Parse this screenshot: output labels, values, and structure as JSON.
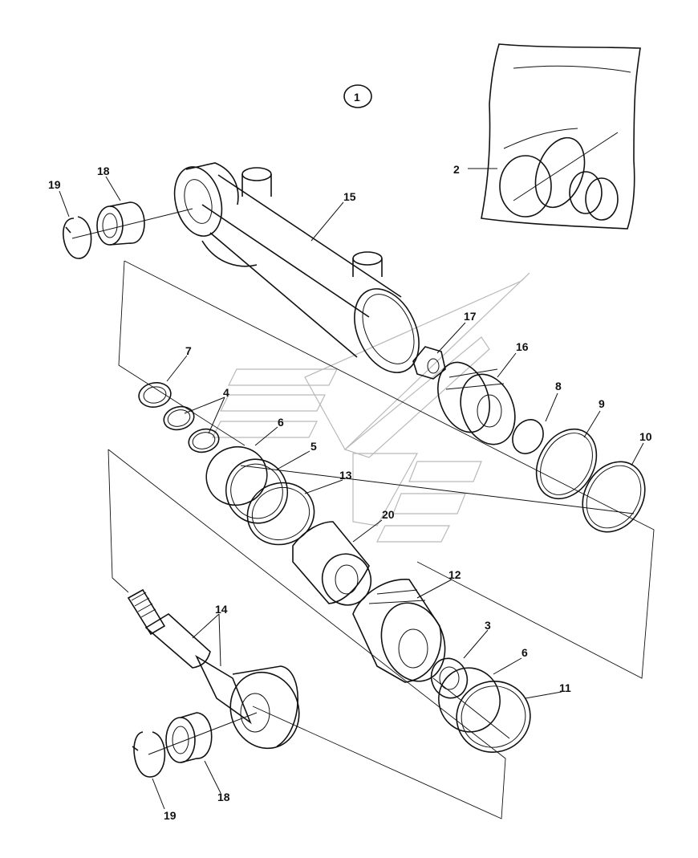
{
  "assembly_number": "1",
  "callouts": [
    {
      "id": "c2",
      "text": "2"
    },
    {
      "id": "c3",
      "text": "3"
    },
    {
      "id": "c4",
      "text": "4"
    },
    {
      "id": "c5",
      "text": "5"
    },
    {
      "id": "c6a",
      "text": "6"
    },
    {
      "id": "c6b",
      "text": "6"
    },
    {
      "id": "c7",
      "text": "7"
    },
    {
      "id": "c8",
      "text": "8"
    },
    {
      "id": "c9",
      "text": "9"
    },
    {
      "id": "c10",
      "text": "10"
    },
    {
      "id": "c11",
      "text": "11"
    },
    {
      "id": "c12",
      "text": "12"
    },
    {
      "id": "c13",
      "text": "13"
    },
    {
      "id": "c14",
      "text": "14"
    },
    {
      "id": "c15",
      "text": "15"
    },
    {
      "id": "c16",
      "text": "16"
    },
    {
      "id": "c17",
      "text": "17"
    },
    {
      "id": "c18a",
      "text": "18"
    },
    {
      "id": "c18b",
      "text": "18"
    },
    {
      "id": "c19a",
      "text": "19"
    },
    {
      "id": "c19b",
      "text": "19"
    },
    {
      "id": "c20",
      "text": "20"
    }
  ]
}
